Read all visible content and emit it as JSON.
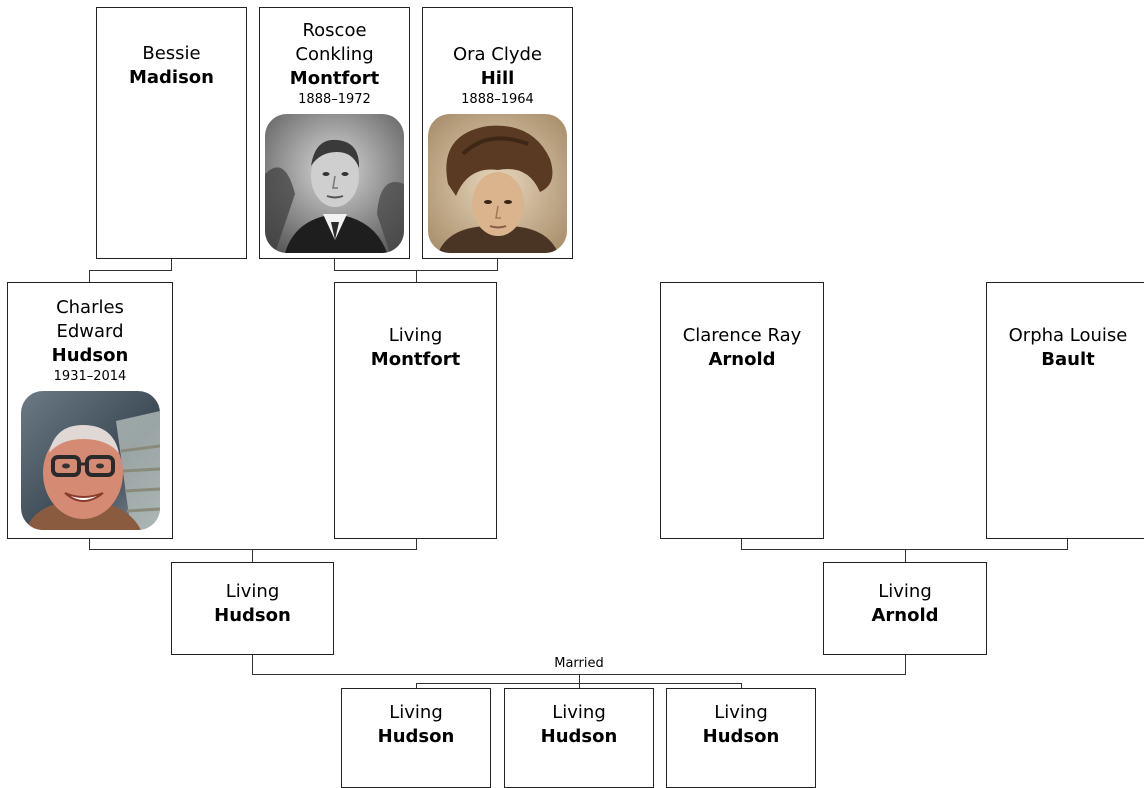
{
  "people": {
    "bessie": {
      "first": "Bessie",
      "last": "Madison"
    },
    "roscoe": {
      "first_1": "Roscoe",
      "first_2": "Conkling",
      "last": "Montfort",
      "dates": "1888–1972"
    },
    "ora": {
      "first": "Ora Clyde",
      "last": "Hill",
      "dates": "1888–1964"
    },
    "charles": {
      "first_1": "Charles",
      "first_2": "Edward",
      "last": "Hudson",
      "dates": "1931–2014"
    },
    "living_montfort": {
      "first": "Living",
      "last": "Montfort"
    },
    "clarence": {
      "first": "Clarence Ray",
      "last": "Arnold"
    },
    "orpha": {
      "first": "Orpha Louise",
      "last": "Bault"
    },
    "living_hudson_parent": {
      "first": "Living",
      "last": "Hudson"
    },
    "living_arnold": {
      "first": "Living",
      "last": "Arnold"
    },
    "child_1": {
      "first": "Living",
      "last": "Hudson"
    },
    "child_2": {
      "first": "Living",
      "last": "Hudson"
    },
    "child_3": {
      "first": "Living",
      "last": "Hudson"
    }
  },
  "married_label": "Married",
  "line_color": "#333333"
}
